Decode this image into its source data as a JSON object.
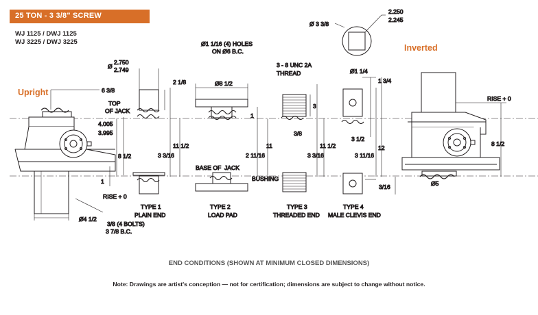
{
  "header": {
    "title": "25 TON - 3 3/8\" SCREW",
    "bar_color": "#d86f28"
  },
  "models": {
    "line1": "WJ 1125 / DWJ 1125",
    "line2": "WJ 3225 / DWJ 3225"
  },
  "orientation": {
    "upright": "Upright",
    "inverted": "Inverted",
    "color": "#d86f28"
  },
  "upright_dims": {
    "d_638": "6 3/8",
    "top_of_jack_1": "TOP",
    "top_of_jack_2": "OF JACK",
    "d_4005": "4.005",
    "d_3995": "3.995",
    "d_812": "8 1/2",
    "d_1": "1",
    "rise": "RISE + 0",
    "d_412": "Ø4 1/2",
    "bolts": "3/8 (4 BOLTS)",
    "bc": "3 7/8 B.C."
  },
  "type1": {
    "dia_prefix": "Ø",
    "dia_top": "2.750",
    "dia_bottom": "2.749",
    "d_218": "2 1/8",
    "d_11": "11 1/2",
    "d_3316": "3 3/16",
    "label1": "TYPE 1",
    "label2": "PLAIN END"
  },
  "type2": {
    "holes1": "Ø1 1/16 (4) HOLES",
    "holes2": "ON Ø6 B.C.",
    "d_812": "Ø8 1/2",
    "d_1": "1",
    "d_11": "11",
    "d_21116": "2 11/16",
    "base1": "BASE OF",
    "base2": "JACK",
    "bushing": "BUSHING",
    "label1": "TYPE 2",
    "label2": "LOAD PAD"
  },
  "type3": {
    "thread1": "3 - 8 UNC 2A",
    "thread2": "THREAD",
    "d_3": "3",
    "d_38": "3/8",
    "d_1112": "11 1/2",
    "d_3316": "3 3/16",
    "label1": "TYPE 3",
    "label2": "THREADED END"
  },
  "type4": {
    "d_114": "Ø1 1/4",
    "d_134": "1 3/4",
    "d_312": "3 1/2",
    "d_12": "12",
    "d_31116": "3 11/16",
    "label1": "TYPE 4",
    "label2": "MALE CLEVIS END"
  },
  "top_view": {
    "d_338": "Ø 3 3/8",
    "d_top": "2.250",
    "d_bottom": "2.245"
  },
  "inverted_dims": {
    "rise": "RISE + 0",
    "d_812": "8 1/2",
    "d_316": "3/16",
    "d_5": "Ø5"
  },
  "footer": {
    "caption": "END CONDITIONS (SHOWN AT MINIMUM CLOSED DIMENSIONS)",
    "note": "Note: Drawings are artist's conception — not for certification; dimensions are subject to change without notice."
  }
}
